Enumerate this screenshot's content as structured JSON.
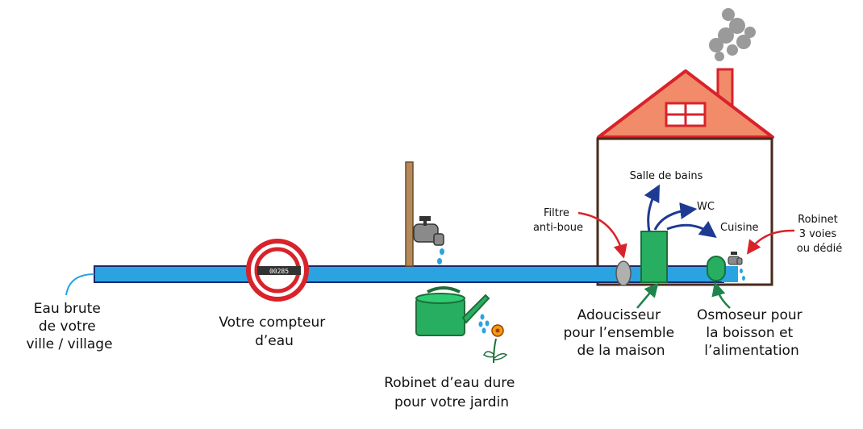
{
  "labels": {
    "raw_water": [
      "Eau brute",
      "de votre",
      "ville / village"
    ],
    "meter": [
      "Votre compteur",
      "d’eau"
    ],
    "garden": [
      "Robinet d’eau dure",
      "pour votre jardin"
    ],
    "softener": [
      "Adoucisseur",
      "pour l’ensemble",
      "de la maison"
    ],
    "osmosis": [
      "Osmoseur pour",
      "la boisson et",
      "l’alimentation"
    ],
    "filter": [
      "Filtre",
      "anti-boue"
    ],
    "tap": [
      "Robinet",
      "3 voies",
      "ou dédié"
    ],
    "bathroom": "Salle de bains",
    "wc": "WC",
    "kitchen": "Cuisine"
  },
  "meter_digits": "00285",
  "colors": {
    "pipe": "#2aa3e0",
    "pipe_outline": "#1a2a6c",
    "meter_ring": "#d8232a",
    "roof": "#f28b6a",
    "roof_outline": "#d8232a",
    "softener": "#27ae60",
    "osmosis": "#27ae60",
    "filter": "#b0b0b0",
    "blue_arrow": "#1f3a93",
    "red_arrow": "#d8232a",
    "green_arrow": "#1e8449",
    "leader_blue": "#2aa3e0",
    "smoke": "#9a9a9a",
    "watering_can": "#27ae60",
    "flower": "#f39c12"
  },
  "icons": [
    "faucet-icon",
    "watering-can-icon",
    "flower-icon",
    "water-meter-icon",
    "house-icon",
    "smoke-icon"
  ]
}
